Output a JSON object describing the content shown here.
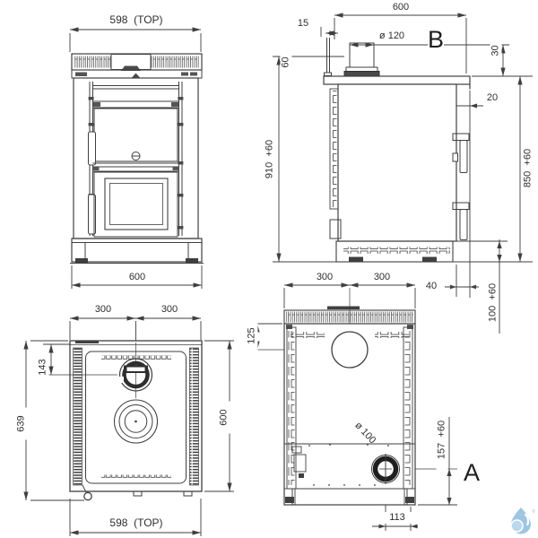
{
  "colors": {
    "line": "#3f3f3f",
    "text": "#2f2f2f",
    "logo_blue": "#9ec6e3",
    "logo_blue_light": "#bad7ec"
  },
  "views": {
    "front": {
      "dims": {
        "width_top": "598  (TOP)",
        "width_bottom": "600"
      }
    },
    "side": {
      "section_label": "B",
      "dims": {
        "depth": "600",
        "rear_gap": "15",
        "flue_diameter": "ø 120",
        "collar_height": "30",
        "flue_offset": "60",
        "top_overhang": "20",
        "height_total": "910  +60",
        "height_body": "850  +60",
        "base_inset": "40",
        "base_height": "100  +60"
      }
    },
    "top": {
      "dims": {
        "half_left": "300",
        "half_right": "300",
        "flue_center_offset": "143",
        "depth_overall": "639",
        "depth": "600",
        "width_bottom": "598  (TOP)"
      }
    },
    "back": {
      "section_label": "A",
      "dims": {
        "half_left": "300",
        "half_right": "300",
        "flue_offset": "125",
        "outlet_diameter": "ø 100",
        "outlet_height": "157  +60",
        "outlet_center_offset": "113"
      }
    }
  }
}
